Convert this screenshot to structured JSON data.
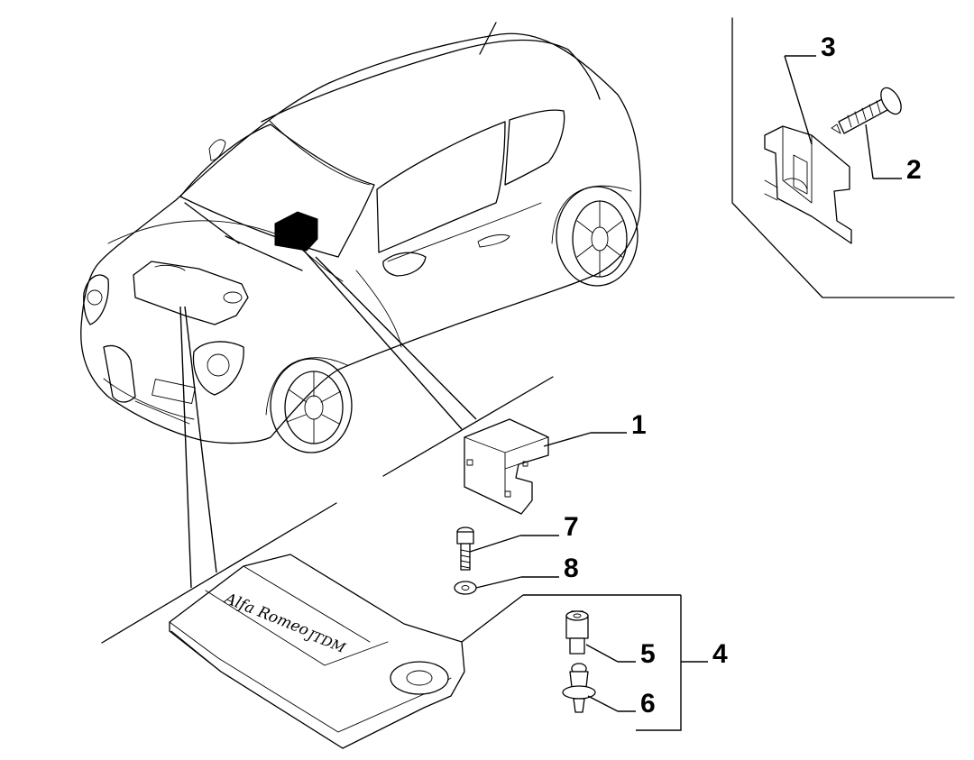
{
  "callouts": [
    {
      "id": "1",
      "label": "1"
    },
    {
      "id": "2",
      "label": "2"
    },
    {
      "id": "3",
      "label": "3"
    },
    {
      "id": "4",
      "label": "4"
    },
    {
      "id": "5",
      "label": "5"
    },
    {
      "id": "6",
      "label": "6"
    },
    {
      "id": "7",
      "label": "7"
    },
    {
      "id": "8",
      "label": "8"
    }
  ],
  "cover_markings": {
    "brand_script": "Alfa Romeo",
    "engine_code": "JTDM"
  }
}
